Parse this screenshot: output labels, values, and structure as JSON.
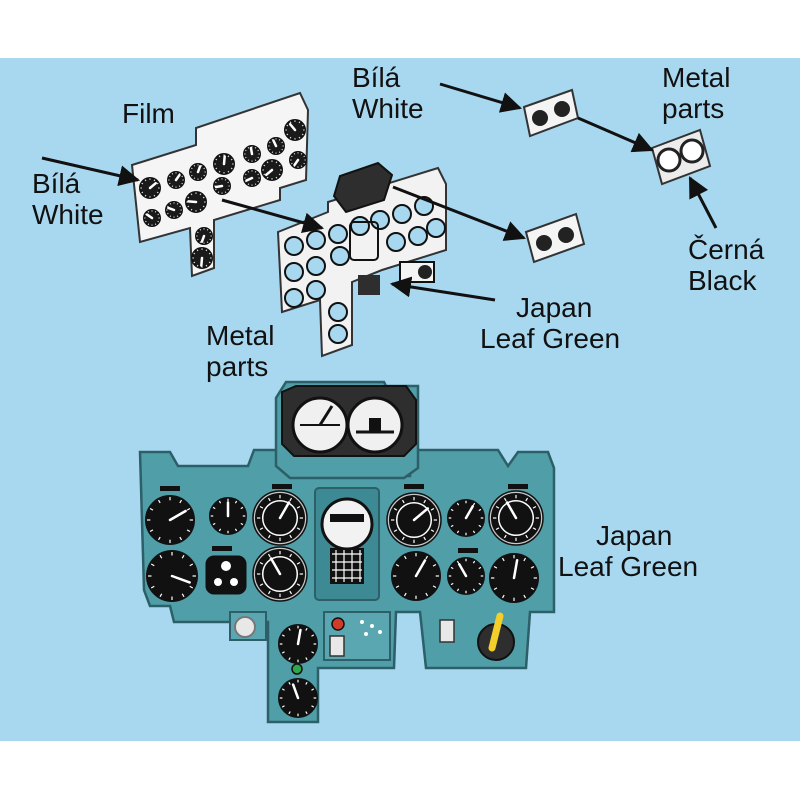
{
  "colors": {
    "background": "#a8d8f0",
    "leaf_green": "#4f9ea8",
    "leaf_green_dark": "#2c5f67",
    "black_panel": "#2e2e2e",
    "instrument_face": "#111111",
    "film_white": "#f4f4f4",
    "metal": "#dcdcdc",
    "accent_red": "#d23a2a",
    "accent_green": "#2ea84a",
    "accent_yellow": "#f2cf2a"
  },
  "labels": {
    "film": "Film",
    "bila_white_left": [
      "Bílá",
      "White"
    ],
    "bila_white_top": [
      "Bílá",
      "White"
    ],
    "metal_parts_top": [
      "Metal",
      "parts"
    ],
    "metal_parts_mid": [
      "Metal",
      "parts"
    ],
    "cerna_black": [
      "Černá",
      "Black"
    ],
    "japan_leaf_green_mid": [
      "Japan",
      "Leaf Green"
    ],
    "japan_leaf_green_bottom": [
      "Japan",
      "Leaf Green"
    ]
  },
  "icons": {
    "arrow": "arrow-icon",
    "gauge": "gauge-icon",
    "clock": "clock-icon",
    "lever": "lever-icon",
    "indicator_light": "indicator-light-icon"
  }
}
